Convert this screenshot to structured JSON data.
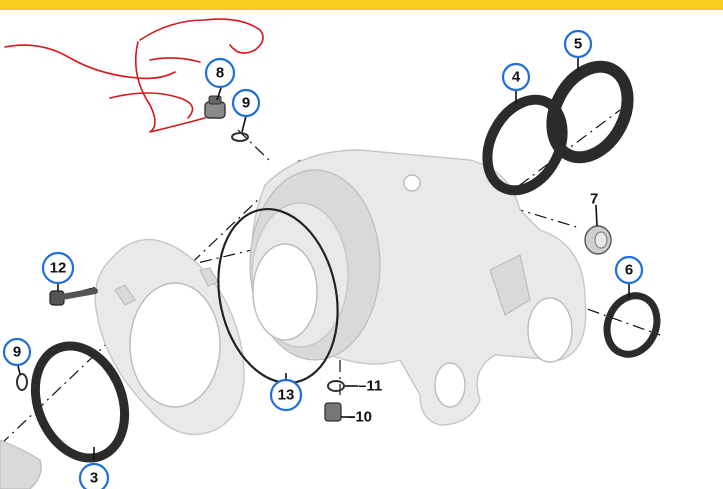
{
  "colors": {
    "top_bar": "#f6cc1f",
    "callout_outline": "#1f6fd6",
    "annotation_scribble": "#d8161b"
  },
  "callouts": [
    {
      "id": "3",
      "label": "3"
    },
    {
      "id": "4",
      "label": "4"
    },
    {
      "id": "5",
      "label": "5"
    },
    {
      "id": "6",
      "label": "6"
    },
    {
      "id": "8",
      "label": "8"
    },
    {
      "id": "9a",
      "label": "9"
    },
    {
      "id": "9b",
      "label": "9"
    },
    {
      "id": "12",
      "label": "12"
    },
    {
      "id": "13",
      "label": "13"
    }
  ],
  "plain_labels": {
    "p7": "7",
    "p10": "–10",
    "p11": "–11"
  }
}
